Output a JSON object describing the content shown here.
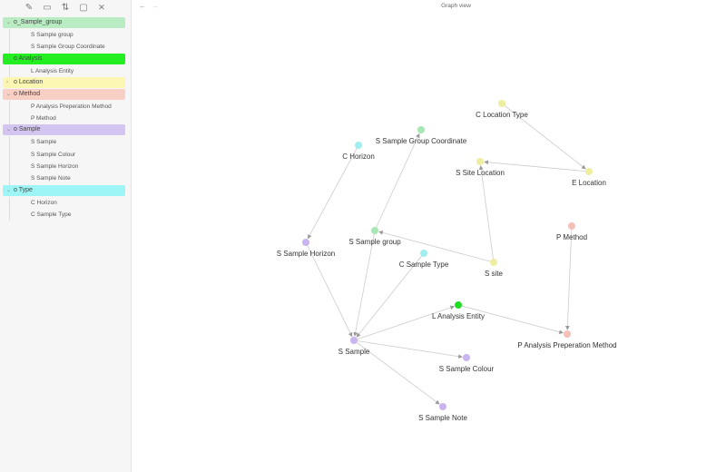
{
  "toolbar": {
    "icons": [
      "new-note-icon",
      "new-folder-icon",
      "sort-icon",
      "collapse-panel-icon",
      "collapse-all-icon"
    ]
  },
  "sidebar": {
    "folders": [
      {
        "name": "o_Sample_group",
        "color": "#b9ecc3",
        "expanded": true,
        "files": [
          "S Sample group",
          "S Sample Group Coordinate"
        ]
      },
      {
        "name": "o Analysis",
        "color": "#22ee22",
        "expanded": true,
        "files": [
          "L Analysis Entity"
        ]
      },
      {
        "name": "o Location",
        "color": "#fbf7b3",
        "expanded": false,
        "files": []
      },
      {
        "name": "o Method",
        "color": "#f8cfc5",
        "expanded": true,
        "files": [
          "P Analysis Preperation Method",
          "P Method"
        ]
      },
      {
        "name": "o Sample",
        "color": "#d3c4f0",
        "expanded": true,
        "files": [
          "S Sample",
          "S Sample Colour",
          "S Sample Horizon",
          "S Sample Note"
        ]
      },
      {
        "name": "o Type",
        "color": "#9ef5f5",
        "expanded": true,
        "files": [
          "C Horizon",
          "C Sample Type"
        ]
      }
    ]
  },
  "header": {
    "title": "Graph view",
    "back": "←",
    "forward": "→"
  },
  "graph": {
    "nodes": [
      {
        "id": "clt",
        "label": "C Location Type",
        "color": "#eeeea0"
      },
      {
        "id": "sgc",
        "label": "S Sample Group Coordinate",
        "color": "#a8e6b4"
      },
      {
        "id": "ch",
        "label": "C Horizon",
        "color": "#a0eef0"
      },
      {
        "id": "ssl",
        "label": "S Site Location",
        "color": "#eeeea0"
      },
      {
        "id": "el",
        "label": "E Location",
        "color": "#eeeea0"
      },
      {
        "id": "pm",
        "label": "P Method",
        "color": "#f4c0b8"
      },
      {
        "id": "ssg",
        "label": "S Sample group",
        "color": "#a8e6b4"
      },
      {
        "id": "ssh",
        "label": "S Sample Horizon",
        "color": "#c8b4ee"
      },
      {
        "id": "cst",
        "label": "C Sample Type",
        "color": "#a0eef0"
      },
      {
        "id": "ss",
        "label": "S site",
        "color": "#eeeea0"
      },
      {
        "id": "lae",
        "label": "L Analysis Entity",
        "color": "#22dd22"
      },
      {
        "id": "papm",
        "label": "P Analysis Preperation Method",
        "color": "#f4c0b8"
      },
      {
        "id": "s",
        "label": "S Sample",
        "color": "#c8b4ee"
      },
      {
        "id": "sc",
        "label": "S Sample Colour",
        "color": "#c8b4ee"
      },
      {
        "id": "sn",
        "label": "S Sample Note",
        "color": "#c8b4ee"
      }
    ],
    "edges": [
      [
        "clt",
        "el"
      ],
      [
        "el",
        "ssl"
      ],
      [
        "ss",
        "ssl"
      ],
      [
        "ss",
        "ssg"
      ],
      [
        "ssg",
        "sgc"
      ],
      [
        "ch",
        "ssh"
      ],
      [
        "ssh",
        "s"
      ],
      [
        "ssg",
        "s"
      ],
      [
        "cst",
        "s"
      ],
      [
        "s",
        "lae"
      ],
      [
        "lae",
        "papm"
      ],
      [
        "pm",
        "papm"
      ],
      [
        "s",
        "sc"
      ],
      [
        "s",
        "sn"
      ]
    ]
  }
}
